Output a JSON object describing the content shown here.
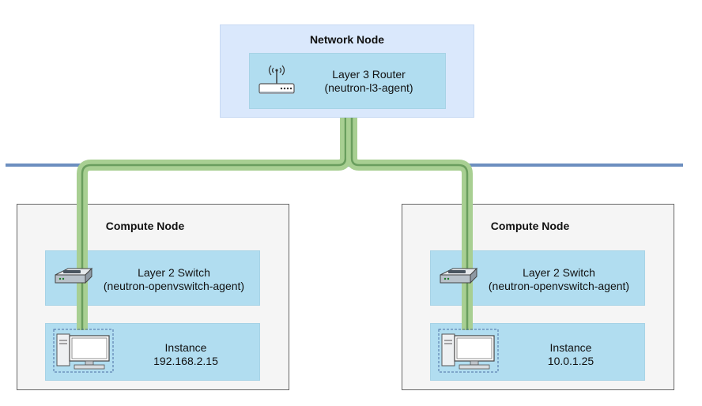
{
  "network_node": {
    "title": "Network Node",
    "router": {
      "line1": "Layer 3 Router",
      "line2": "(neutron-l3-agent)",
      "icon": "router-icon"
    }
  },
  "compute_nodes": [
    {
      "title": "Compute Node",
      "switch": {
        "line1": "Layer 2 Switch",
        "line2": "(neutron-openvswitch-agent)",
        "icon": "switch-icon"
      },
      "instance": {
        "line1": "Instance",
        "line2": "192.168.2.15",
        "icon": "computer-icon"
      }
    },
    {
      "title": "Compute Node",
      "switch": {
        "line1": "Layer 2 Switch",
        "line2": "(neutron-openvswitch-agent)",
        "icon": "switch-icon"
      },
      "instance": {
        "line1": "Instance",
        "line2": "10.0.1.25",
        "icon": "computer-icon"
      }
    }
  ],
  "colors": {
    "network_node_fill": "#dae8fc",
    "inner_box_fill": "#b1ddf0",
    "compute_node_fill": "#f5f5f5",
    "compute_node_border": "#666666",
    "network_line": "#6c8ebf",
    "link_outer": "#a8cf92",
    "link_inner": "#6a9e5e"
  }
}
